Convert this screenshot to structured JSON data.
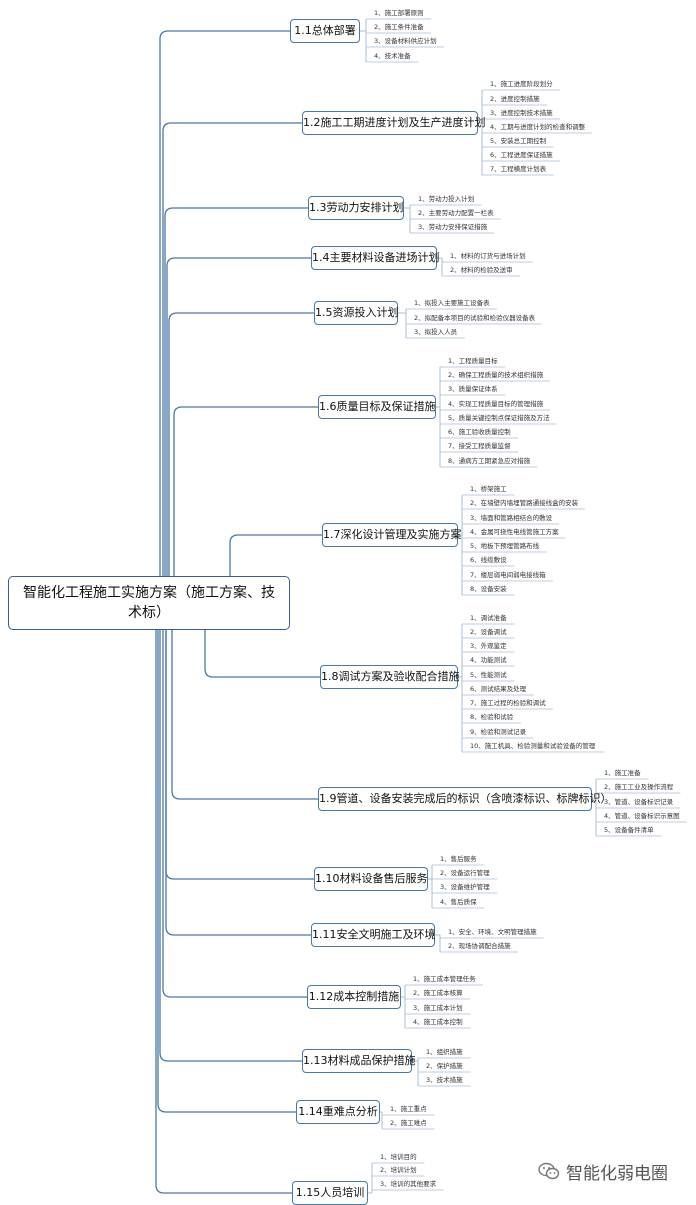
{
  "root": {
    "title": "智能化工程施工实施方案（施工方案、技术标）"
  },
  "sections": [
    {
      "label": "1.1总体部署",
      "items": [
        "1、施工部署原则",
        "2、施工条件准备",
        "3、设备材料供应计划",
        "4、技术准备"
      ]
    },
    {
      "label": "1.2施工工期进度计划及生产进度计划",
      "items": [
        "1、施工进度阶段划分",
        "2、进度控制措施",
        "3、进度控制技术措施",
        "4、工期与进度计划的检查和调整",
        "5、安装总工期控制",
        "6、工程进度保证措施",
        "7、工程横度计划表"
      ]
    },
    {
      "label": "1.3劳动力安排计划",
      "items": [
        "1、劳动力投入计划",
        "2、主要劳动力配置一栏表",
        "3、劳动力安排保证措施"
      ]
    },
    {
      "label": "1.4主要材料设备进场计划",
      "items": [
        "1、材料的订货与进场计划",
        "2、材料的检验及送审"
      ]
    },
    {
      "label": "1.5资源投入计划",
      "items": [
        "1、拟投入主要施工设备表",
        "2、拟配备本项目的试验和检验仪器设备表",
        "3、拟投入人员"
      ]
    },
    {
      "label": "1.6质量目标及保证措施",
      "items": [
        "1、工程质量目标",
        "2、确保工程质量的技术组织措施",
        "3、质量保证体系",
        "4、实现工程质量目标的管理措施",
        "5、质量关键控制点保证措施及方法",
        "6、施工验收质量控制",
        "7、接受工程质量监督",
        "8、通病方工期紧急应对措施"
      ]
    },
    {
      "label": "1.7深化设计管理及实施方案",
      "items": [
        "1、桥架施工",
        "2、在墙壁内墙埋管路通接线盒的安装",
        "3、墙面和管路相结合的敷设",
        "4、金属可挠性电线管施工方案",
        "5、地板下预埋管路布线",
        "6、线缆敷设",
        "7、楼层弱电间弱电接线箱",
        "8、设备安装"
      ]
    },
    {
      "label": "1.8调试方案及验收配合措施",
      "items": [
        "1、调试准备",
        "2、设备调试",
        "3、外观鉴定",
        "4、功能测试",
        "5、性能测试",
        "6、测试结果及处理",
        "7、施工过程的检验和调试",
        "8、检验和试验",
        "9、检验和测试记录",
        "10、施工机具、检验测量和试验设备的管理"
      ]
    },
    {
      "label": "1.9管道、设备安装完成后的标识（含喷漆标识、标牌标识）",
      "items": [
        "1、施工准备",
        "2、施工工业及操作流程",
        "3、管道、设备标识记录",
        "4、管道、设备标识示意图",
        "5、设备备件清单"
      ]
    },
    {
      "label": "1.10材料设备售后服务",
      "items": [
        "1、售后服务",
        "2、设备运行管理",
        "3、设备维护管理",
        "4、售后质保"
      ]
    },
    {
      "label": "1.11安全文明施工及环境",
      "items": [
        "1、安全、环境、文明管理措施",
        "2、现场协调配合措施"
      ]
    },
    {
      "label": "1.12成本控制措施",
      "items": [
        "1、施工成本管理任务",
        "2、施工成本核算",
        "3、施工成本计划",
        "4、施工成本控制"
      ]
    },
    {
      "label": "1.13材料成品保护措施",
      "items": [
        "1、组织措施",
        "2、保护措施",
        "3、技术措施"
      ]
    },
    {
      "label": "1.14重难点分析",
      "items": [
        "1、施工重点",
        "2、施工难点"
      ]
    },
    {
      "label": "1.15人员培训",
      "items": [
        "1、培训目的",
        "2、培训计划",
        "3、培训的其他要求"
      ]
    }
  ],
  "watermark": {
    "text": "智能化弱电圈"
  },
  "colors": {
    "branch": "#4a78a8",
    "node_border": "#4a78a8",
    "root_border": "#3a5f8a"
  }
}
